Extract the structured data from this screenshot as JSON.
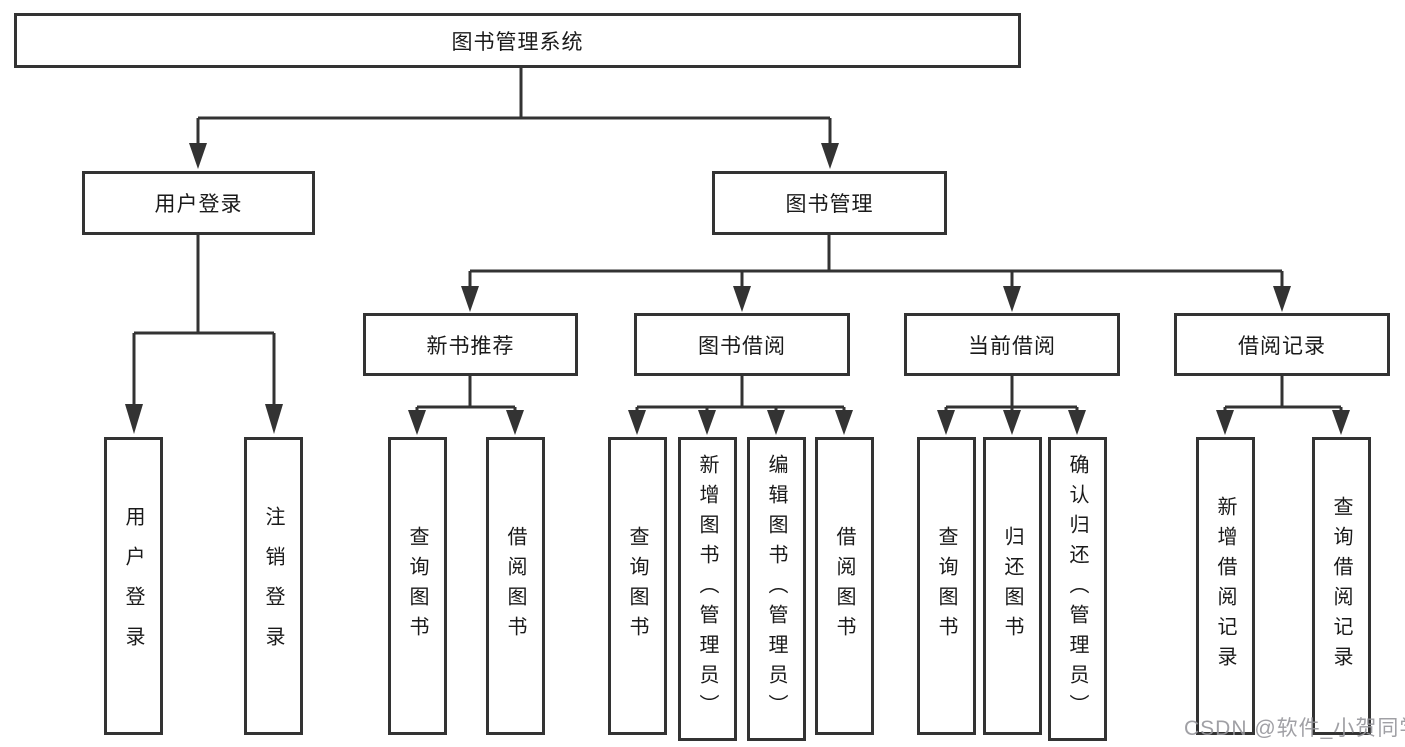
{
  "tree": {
    "root": {
      "label": "图书管理系统",
      "children": [
        {
          "label": "用户登录",
          "children": [
            {
              "label": "用户登录"
            },
            {
              "label": "注销登录"
            }
          ]
        },
        {
          "label": "图书管理",
          "children": [
            {
              "label": "新书推荐",
              "children": [
                {
                  "label": "查询图书"
                },
                {
                  "label": "借阅图书"
                }
              ]
            },
            {
              "label": "图书借阅",
              "children": [
                {
                  "label": "查询图书"
                },
                {
                  "label": "新增图书（管理员）"
                },
                {
                  "label": "编辑图书（管理员）"
                },
                {
                  "label": "借阅图书"
                }
              ]
            },
            {
              "label": "当前借阅",
              "children": [
                {
                  "label": "查询图书"
                },
                {
                  "label": "归还图书"
                },
                {
                  "label": "确认归还（管理员）"
                }
              ]
            },
            {
              "label": "借阅记录",
              "children": [
                {
                  "label": "新增借阅记录"
                },
                {
                  "label": "查询借阅记录"
                }
              ]
            }
          ]
        }
      ]
    }
  },
  "watermark": {
    "text": "CSDN @软件_小贺同学"
  },
  "colors": {
    "line": "#333333",
    "box_background": "#ffffff",
    "text": "#1a1a1a",
    "watermark": "#96969b"
  }
}
